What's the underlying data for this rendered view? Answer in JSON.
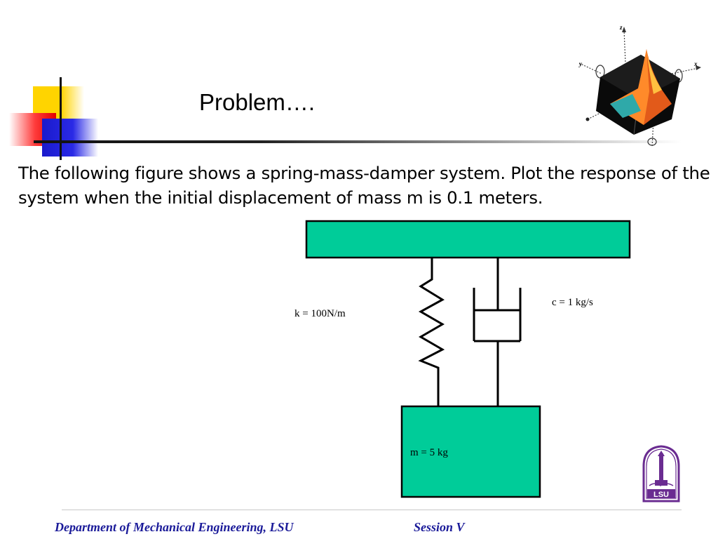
{
  "slide": {
    "title": "Problem….",
    "body": "The following figure shows a spring-mass-damper system. Plot the response of the system when the initial displacement of mass m is 0.1 meters."
  },
  "diagram": {
    "spring_label": "k = 100N/m",
    "damper_label": "c = 1 kg/s",
    "mass_label": "m = 5 kg",
    "fill_color": "#00cc99"
  },
  "footer": {
    "department": "Department of Mechanical Engineering, LSU",
    "session": "Session V"
  },
  "logos": {
    "matlab": "matlab-logo-icon",
    "lsu": "lsu-seal-logo"
  },
  "colors": {
    "footer_text": "#1a1a99",
    "logo_purple": "#6a2c91"
  }
}
